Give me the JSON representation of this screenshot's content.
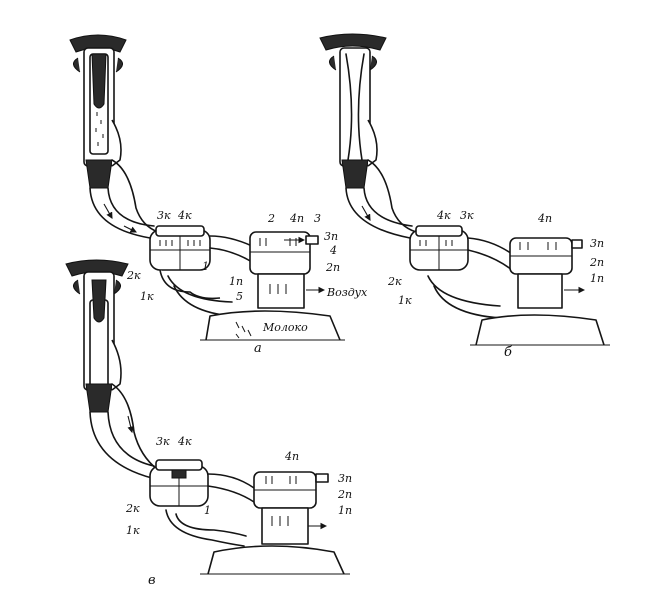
{
  "figure": {
    "panel_a": {
      "caption": "а",
      "labels": {
        "l3k": "3к",
        "l4k": "4к",
        "l2k": "2к",
        "l1k": "1к",
        "l1": "1",
        "l2": "2",
        "l4p": "4п",
        "l3": "3",
        "l3p": "3п",
        "l4": "4",
        "l1p": "1п",
        "l2p": "2п",
        "l5": "5",
        "air": "Воздух",
        "milk": "Молоко"
      }
    },
    "panel_b": {
      "caption": "б",
      "labels": {
        "l4k": "4к",
        "l3k": "3к",
        "l2k": "2к",
        "l1k": "1к",
        "l4p": "4п",
        "l3p": "3п",
        "l2p": "2п",
        "l1p": "1п"
      }
    },
    "panel_v": {
      "caption": "в",
      "labels": {
        "l3k": "3к",
        "l4k": "4к",
        "l2k": "2к",
        "l1k": "1к",
        "l1": "1",
        "l4p": "4п",
        "l3p": "3п",
        "l2p": "2п",
        "l1p": "1п"
      }
    }
  }
}
